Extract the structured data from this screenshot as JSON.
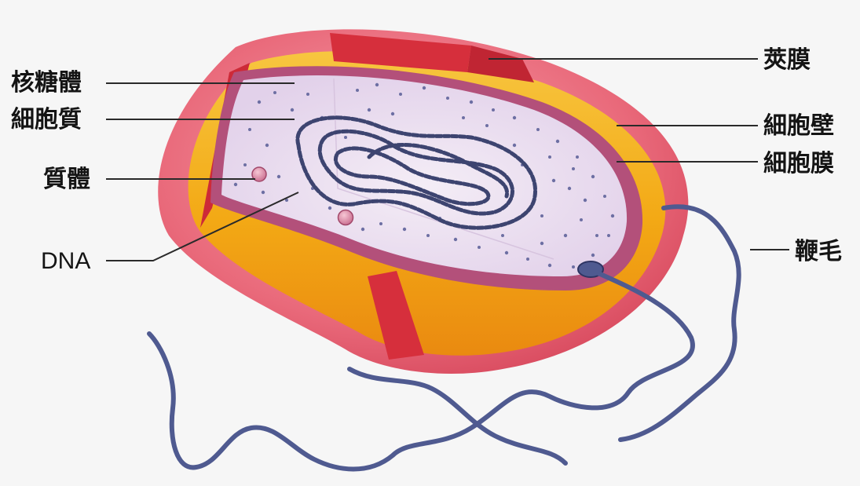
{
  "labels": {
    "ribosome": "核糖體",
    "cytoplasm": "細胞質",
    "plasmid": "質體",
    "dna": "DNA",
    "capsule": "莢膜",
    "cell_wall": "細胞壁",
    "cell_membrane": "細胞膜",
    "flagellum": "鞭毛"
  },
  "colors": {
    "background": "#f6f6f6",
    "capsule": "#e0556a",
    "cell_wall": "#f2b21f",
    "cell_wall_band": "#d62f3c",
    "membrane": "#b3507a",
    "cytoplasm": "#eadff0",
    "dna": "#3d4470",
    "flagellum": "#4f5a90",
    "ribosome_dots": "#6d6fa3",
    "label_text": "#141414"
  }
}
